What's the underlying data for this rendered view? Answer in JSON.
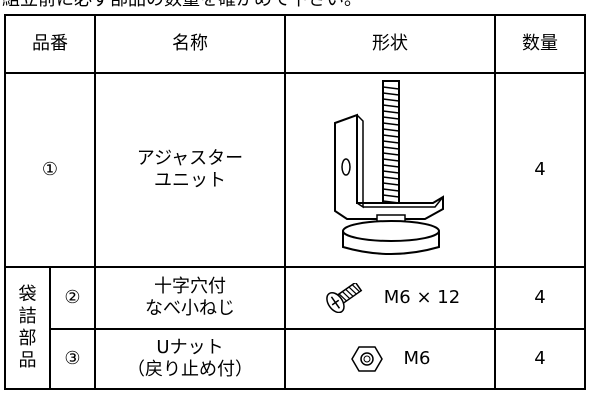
{
  "note": "組立前に必ず部品の数量を確かめて下さい。",
  "headers": {
    "part_no": "品番",
    "name": "名称",
    "shape": "形状",
    "qty": "数量"
  },
  "rows": [
    {
      "no": "①",
      "name_lines": [
        "アジャスター",
        "ユニット"
      ],
      "shape_icon": "adjuster-unit-icon",
      "spec": "",
      "qty": "4"
    },
    {
      "no": "②",
      "name_lines": [
        "十字穴付",
        "なべ小ねじ"
      ],
      "shape_icon": "pan-head-screw-icon",
      "spec": "M6 × 12",
      "qty": "4"
    },
    {
      "no": "③",
      "name_lines": [
        "Uナット",
        "（戻り止め付）"
      ],
      "shape_icon": "u-nut-icon",
      "spec": "M6",
      "qty": "4"
    }
  ],
  "bag_label": [
    "袋",
    "詰",
    "部",
    "品"
  ]
}
